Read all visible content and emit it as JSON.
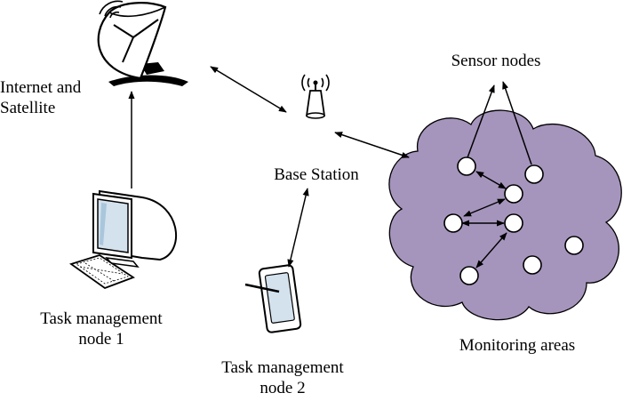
{
  "labels": {
    "internet_line1": "Internet and",
    "internet_line2": "Satellite",
    "base_station": "Base Station",
    "sensor_nodes": "Sensor nodes",
    "task1_line1": "Task management",
    "task1_line2": "node 1",
    "task2_line1": "Task management",
    "task2_line2": "node 2",
    "monitoring": "Monitoring areas"
  },
  "colors": {
    "cloud_fill": "#a595bd",
    "line": "#000000",
    "node_fill": "#ffffff",
    "screen": "#d4e2ee"
  },
  "icons": {
    "satellite": "satellite-dish-icon",
    "base_station": "antenna-tower-icon",
    "computer": "desktop-computer-icon",
    "tablet": "tablet-icon"
  }
}
